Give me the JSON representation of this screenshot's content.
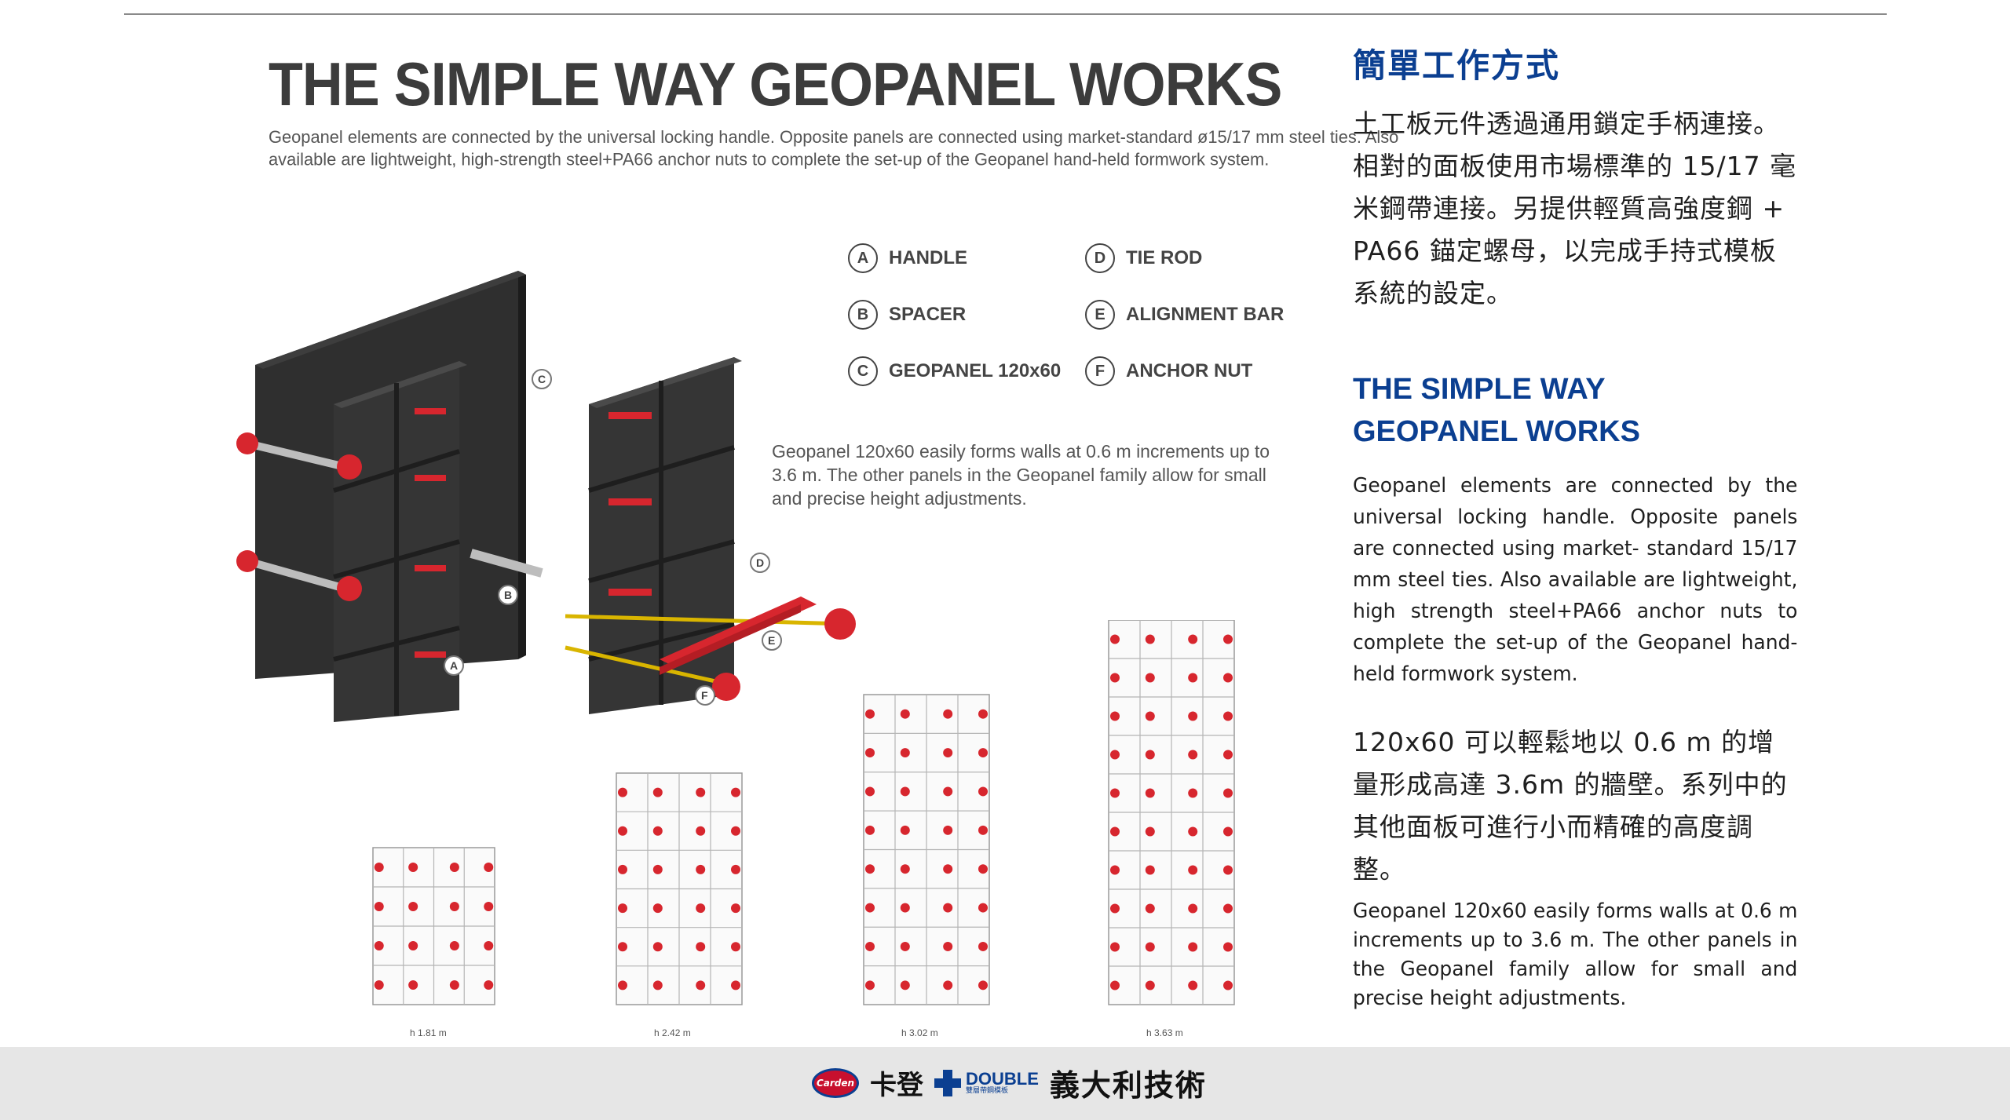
{
  "image": {
    "title": "THE SIMPLE WAY GEOPANEL WORKS",
    "description": "Geopanel elements are connected by the universal locking handle. Opposite panels are connected using market-standard ø15/17 mm steel ties. Also available are lightweight, high-strength steel+PA66 anchor nuts to complete the set-up of the Geopanel hand-held formwork system.",
    "legend": [
      {
        "badge": "A",
        "label": "HANDLE"
      },
      {
        "badge": "B",
        "label": "SPACER"
      },
      {
        "badge": "C",
        "label": "GEOPANEL 120x60"
      },
      {
        "badge": "D",
        "label": "TIE ROD"
      },
      {
        "badge": "E",
        "label": "ALIGNMENT BAR"
      },
      {
        "badge": "F",
        "label": "ANCHOR NUT"
      }
    ],
    "panel_note": "Geopanel 120x60 easily forms walls at 0.6 m increments up to 3.6 m. The other panels in the Geopanel family allow for small and precise height adjustments.",
    "callouts": [
      "A",
      "B",
      "C",
      "D",
      "E",
      "F"
    ],
    "heights": [
      "h 1.81 m",
      "h 2.42 m",
      "h 3.02 m",
      "h 3.63 m"
    ],
    "colors": {
      "panel": "#2f2f2f",
      "accent_red": "#d7262e",
      "rod": "#d9b500"
    }
  },
  "right": {
    "zh_title": "簡單工作方式",
    "zh_para": "土工板元件透過通用鎖定手柄連接。相對的面板使用市場標準的 15/17 毫米鋼帶連接。另提供輕質高強度鋼 + PA66 錨定螺母，以完成手持式模板系統的設定。",
    "en_title_line1": "THE SIMPLE WAY",
    "en_title_line2": "GEOPANEL WORKS",
    "en_para": "Geopanel elements are connected by the universal locking handle. Opposite panels are connected using market- standard 15/17 mm steel ties. Also available are lightweight, high strength steel+PA66 anchor nuts to complete the set-up of the Geopanel hand-held formwork system.",
    "zh_para2": "120x60 可以輕鬆地以 0.6 m 的增量形成高達 3.6m 的牆壁。系列中的其他面板可進行小而精確的高度調整。",
    "en_para2": "Geopanel 120x60 easily forms walls at 0.6 m increments up to 3.6 m. The other panels in the Geopanel family allow for small and precise height adjustments."
  },
  "footer": {
    "carden_logo": "Carden",
    "brand_zh": "卡登",
    "double_en": "DOUBLE",
    "double_sub": "雙層帶鋼模板",
    "tagline": "義大利技術",
    "colors": {
      "brand_blue": "#0b3f91",
      "brand_red": "#c8102e"
    }
  }
}
